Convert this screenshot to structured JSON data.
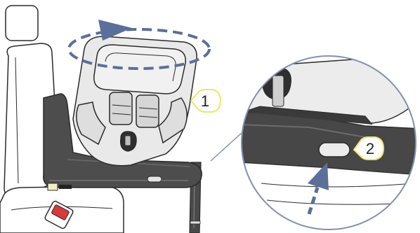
{
  "callouts": [
    {
      "label": "1",
      "target": "seat-shell"
    },
    {
      "label": "2",
      "target": "release-button"
    }
  ],
  "icons": {
    "rotate": "rotation-arrow-icon",
    "push": "push-arrow-icon"
  },
  "colors": {
    "outline": "#2b2b2b",
    "seat_shell": "#e6e6e6",
    "base": "#4a4a4a",
    "base_dark": "#333333",
    "arrow_blue": "#5a6f9a",
    "callout_yellow": "#f2e36b",
    "release_red": "#d63a3a",
    "isofix_yellow": "#f4efc0"
  }
}
